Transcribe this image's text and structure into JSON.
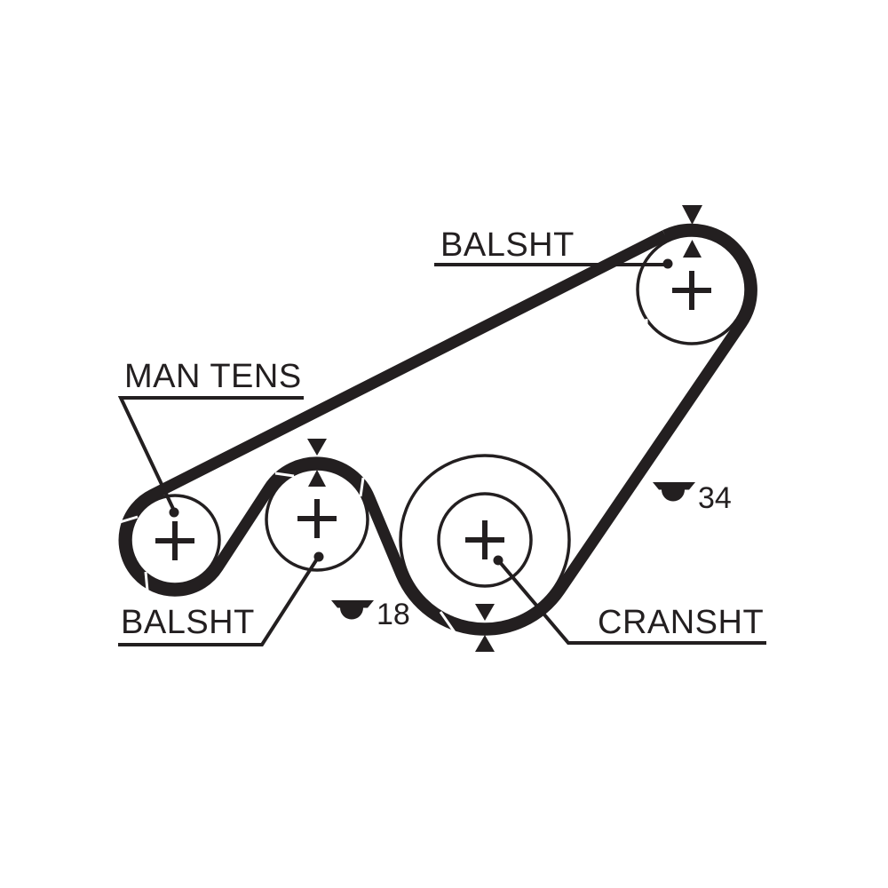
{
  "colors": {
    "ink": "#231f20",
    "background": "#ffffff"
  },
  "labels": [
    {
      "id": "balsht-top",
      "text": "BALSHT"
    },
    {
      "id": "man-tens",
      "text": "MAN TENS"
    },
    {
      "id": "balsht-bottom",
      "text": "BALSHT"
    },
    {
      "id": "cransht",
      "text": "CRANSHT"
    }
  ],
  "tooth_counts": [
    {
      "value": "18"
    },
    {
      "value": "34"
    }
  ],
  "diagram": {
    "type": "timing-belt-routing",
    "pulleys": [
      {
        "name": "balance-shaft-top",
        "label": "BALSHT",
        "timing_marks": "arrow pair"
      },
      {
        "name": "manual-tensioner",
        "label": "MAN TENS",
        "timing_marks": ""
      },
      {
        "name": "balance-shaft-bottom",
        "label": "BALSHT",
        "timing_marks": "arrow pair"
      },
      {
        "name": "crankshaft",
        "label": "CRANSHT",
        "timing_marks": "arrow pair"
      }
    ]
  }
}
